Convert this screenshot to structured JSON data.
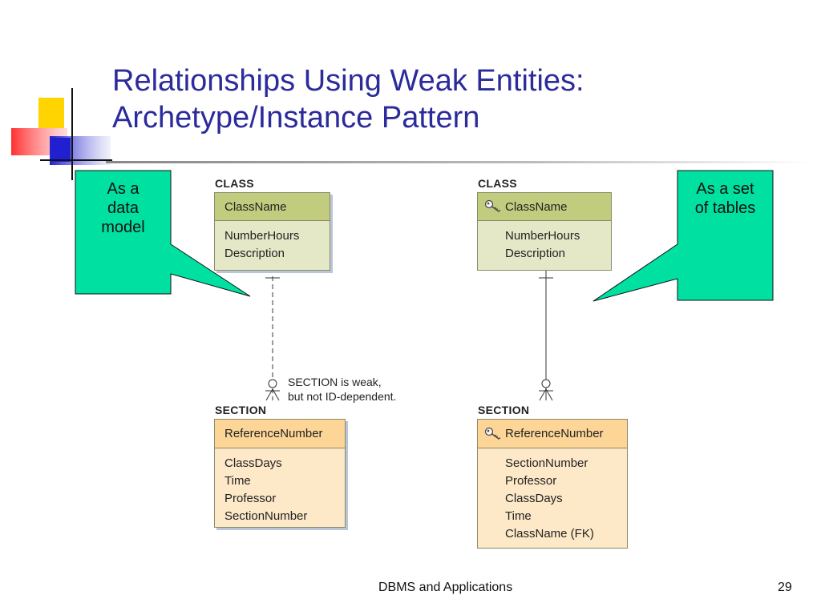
{
  "slide": {
    "title_line1": "Relationships Using Weak Entities:",
    "title_line2": "Archetype/Instance Pattern",
    "footer_text": "DBMS and Applications",
    "page_number": "29"
  },
  "callouts": {
    "left": [
      "As a",
      "data",
      "model"
    ],
    "right": [
      "As a set",
      "of tables"
    ],
    "fill_color": "#00e0a0"
  },
  "left_diagram": {
    "class_entity": {
      "name": "CLASS",
      "identifier": "ClassName",
      "attributes": [
        "NumberHours",
        "Description"
      ]
    },
    "section_entity": {
      "name": "SECTION",
      "identifier": "ReferenceNumber",
      "attributes": [
        "ClassDays",
        "Time",
        "Professor",
        "SectionNumber"
      ]
    },
    "relationship_note": [
      "SECTION is weak,",
      "but not ID-dependent."
    ]
  },
  "right_diagram": {
    "class_entity": {
      "name": "CLASS",
      "identifier": "ClassName",
      "identifier_icon": "key-icon",
      "attributes": [
        "NumberHours",
        "Description"
      ]
    },
    "section_entity": {
      "name": "SECTION",
      "identifier": "ReferenceNumber",
      "identifier_icon": "key-icon",
      "attributes": [
        "SectionNumber",
        "Professor",
        "ClassDays",
        "Time",
        "ClassName (FK)"
      ]
    }
  },
  "colors": {
    "title": "#2b2b9c",
    "class_header": "#c2cc7e",
    "class_body": "#e5e8c6",
    "section_header": "#fcd597",
    "section_body": "#fde8c7"
  }
}
